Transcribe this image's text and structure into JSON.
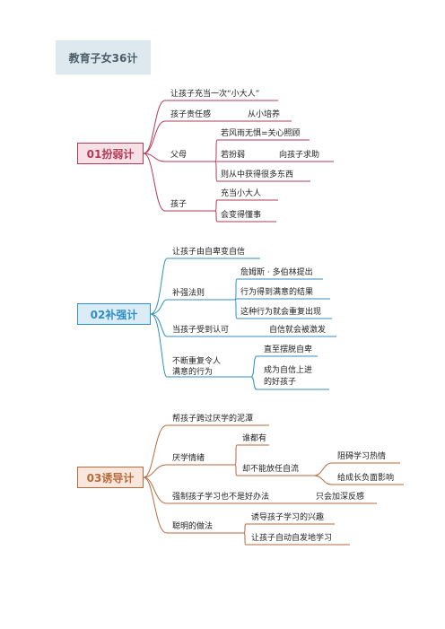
{
  "title": "教育子女36计",
  "sections": [
    {
      "root": "01扮弱计",
      "color": "#b33a58",
      "bg": "#f8e1e6",
      "nodes": [
        "让孩子充当一次“小大人”",
        "孩子责任感",
        "从小培养",
        "父母",
        "若风雨无惧=关心照顾",
        "若扮弱",
        "向孩子求助",
        "则从中获得很多东西",
        "孩子",
        "充当小大人",
        "会变得懂事"
      ]
    },
    {
      "root": "02补强计",
      "color": "#2f8fc3",
      "bg": "#dcecf7",
      "nodes": [
        "让孩子由自卑变自信",
        "补强法则",
        "詹姆斯 · 多伯林提出",
        "行为得到满意的结果",
        "这种行为就会重复出现",
        "当孩子受到认可",
        "自信就会被激发",
        "不断重复令人",
        "满意的行为",
        "直至摆脱自卑",
        "成为自信上进",
        "的好孩子"
      ]
    },
    {
      "root": "03诱导计",
      "color": "#b86a3c",
      "bg": "#f8e7dc",
      "nodes": [
        "帮孩子跨过厌学的泥潭",
        "厌学情绪",
        "谁都有",
        "却不能放任自流",
        "阻碍学习热情",
        "给成长负面影响",
        "强制孩子学习也不是好办法",
        "只会加深反感",
        "聪明的做法",
        "诱导孩子学习的兴趣",
        "让孩子自动自发地学习"
      ]
    }
  ]
}
